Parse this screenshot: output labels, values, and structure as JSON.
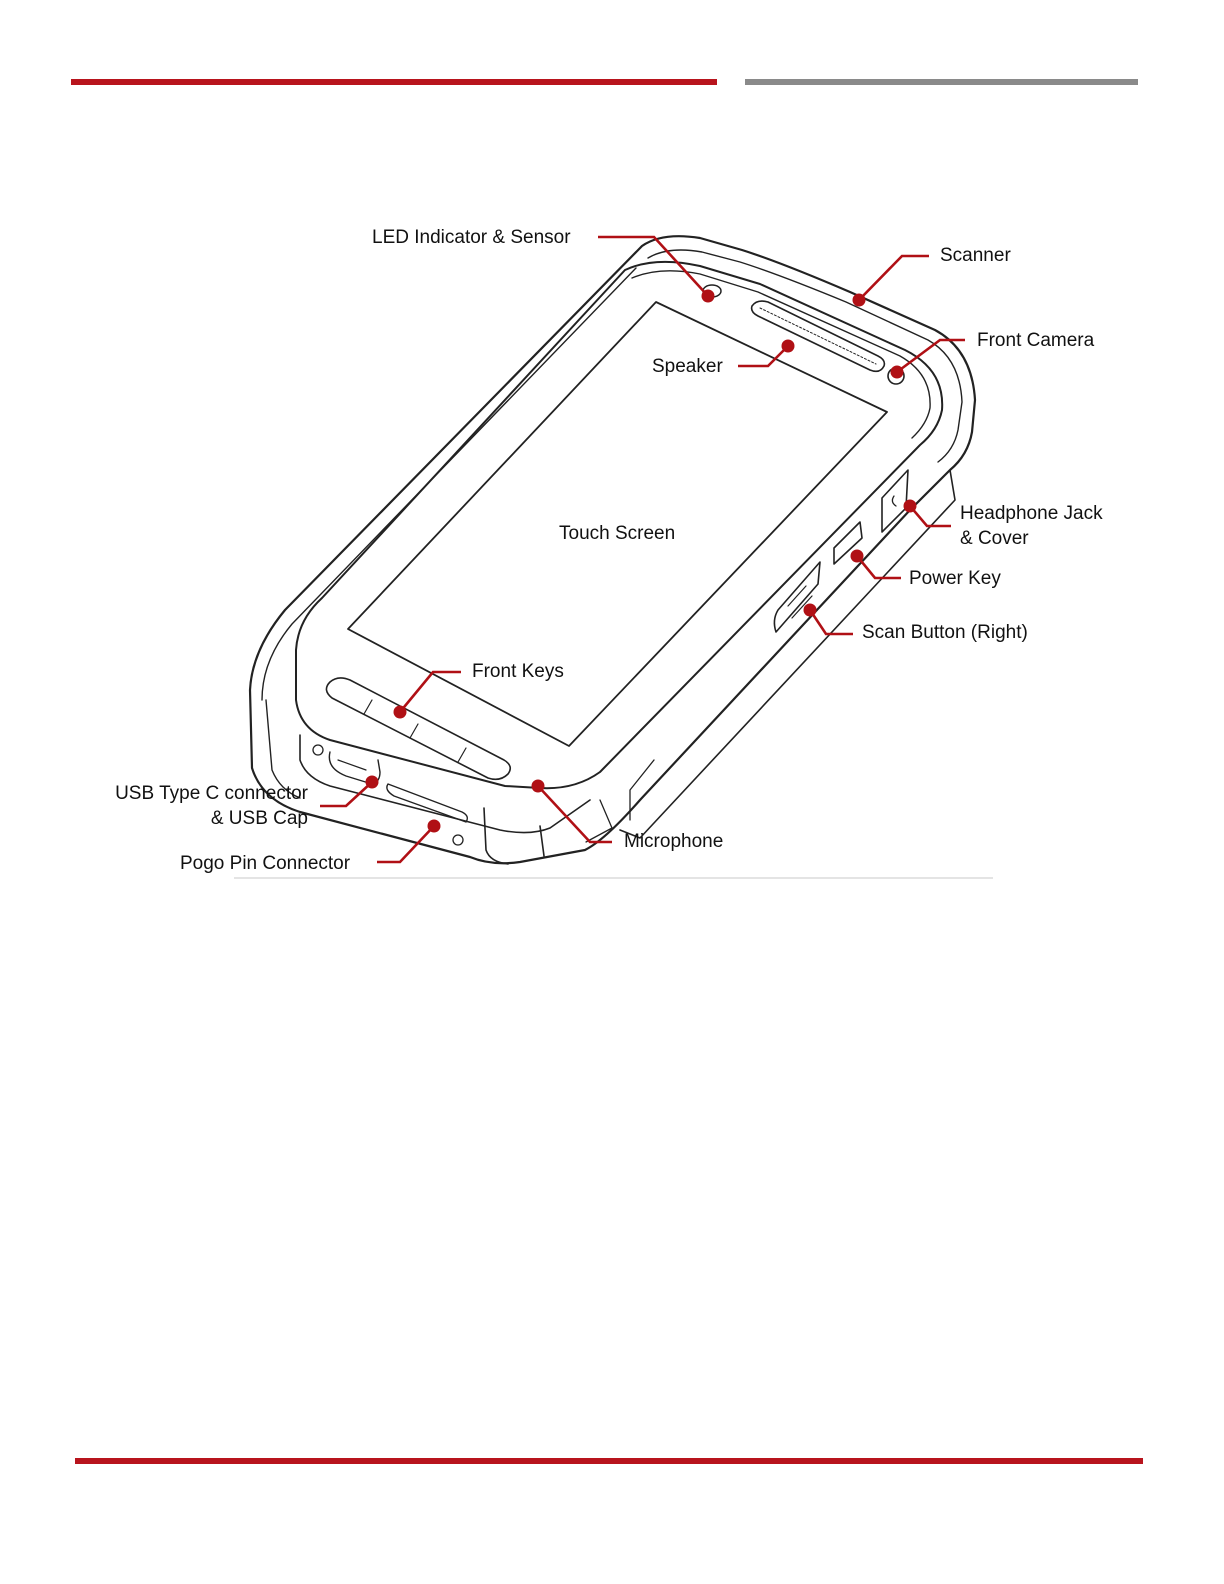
{
  "colors": {
    "accent": "#b8141d",
    "gray_bar": "#8a8a8a",
    "line_art": "#222222",
    "callout": "#b01015"
  },
  "labels": {
    "led": "LED Indicator & Sensor",
    "scanner": "Scanner",
    "front_camera": "Front Camera",
    "speaker": "Speaker",
    "touch_screen": "Touch Screen",
    "headphone_1": "Headphone Jack",
    "headphone_2": "& Cover",
    "power_key": "Power Key",
    "scan_button": "Scan Button (Right)",
    "front_keys": "Front Keys",
    "usb_1": "USB Type C connector",
    "usb_2": "& USB Cap",
    "microphone": "Microphone",
    "pogo": "Pogo Pin Connector"
  }
}
